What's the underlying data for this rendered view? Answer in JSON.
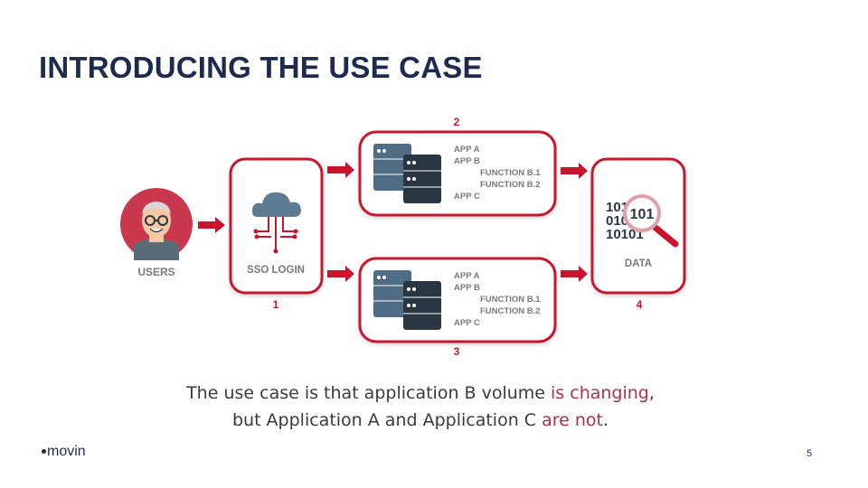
{
  "slide": {
    "title": "INTRODUCING THE USE CASE",
    "page_number": "5",
    "logo_text": "movin"
  },
  "diagram": {
    "users_label": "USERS",
    "sso_label": "SSO LOGIN",
    "data_label": "DATA",
    "binary_rows": [
      "101",
      "010",
      "10101"
    ],
    "binary_magnified": "101",
    "steps": {
      "one": "1",
      "two": "2",
      "three": "3",
      "four": "4"
    },
    "top_group": {
      "app_a": "APP A",
      "app_b": "APP B",
      "func_b1": "FUNCTION B.1",
      "func_b2": "FUNCTION B.2",
      "app_c": "APP C"
    },
    "bottom_group": {
      "app_a": "APP A",
      "app_b": "APP B",
      "func_b1": "FUNCTION B.1",
      "func_b2": "FUNCTION B.2",
      "app_c": "APP C"
    },
    "colors": {
      "accent_red": "#c8152d",
      "server_dark": "#2a3742",
      "server_blue": "#4f6c85",
      "cloud": "#5d7c94",
      "users_circle": "#c9374d"
    }
  },
  "caption": {
    "line1_pre": "The use case is that application B volume ",
    "line1_hl": "is changing",
    "line1_post": ",",
    "line2_pre": "but Application A and Application C ",
    "line2_hl": "are not",
    "line2_post": "."
  }
}
